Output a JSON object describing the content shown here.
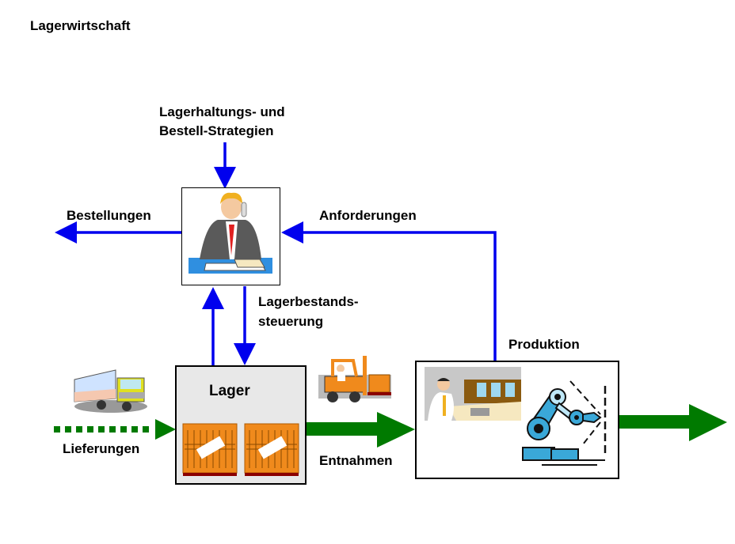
{
  "title": "Lagerwirtschaft",
  "labels": {
    "strategien_line1": "Lagerhaltungs- und",
    "strategien_line2": "Bestell-Strategien",
    "bestellungen": "Bestellungen",
    "anforderungen": "Anforderungen",
    "bestandssteuerung_line1": "Lagerbestands-",
    "bestandssteuerung_line2": "steuerung",
    "produktion": "Produktion",
    "lager": "Lager",
    "lieferungen": "Lieferungen",
    "entnahmen": "Entnahmen"
  },
  "icons": {
    "manager": "businessman-on-phone-icon",
    "truck": "truck-icon",
    "forklift": "forklift-icon",
    "crate": "crate-icon",
    "control_room": "control-room-icon",
    "robot": "robot-arm-icon"
  },
  "colors": {
    "info_flow": "#0000ee",
    "material_flow": "#007a00",
    "lager_fill": "#e8e8e8",
    "crate": "#f08a1c"
  }
}
